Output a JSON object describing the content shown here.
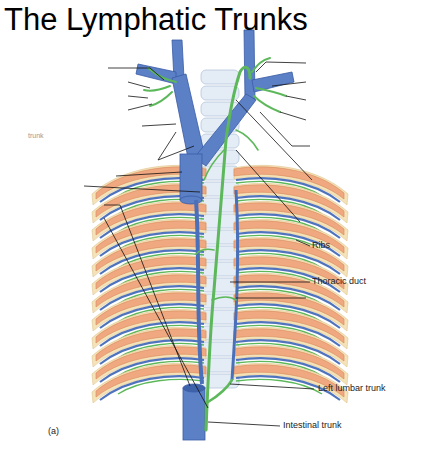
{
  "diagram": {
    "title": "The Lymphatic Trunks",
    "labels": [
      "trunk",
      "Ribs",
      "Thoracic duct",
      "Left lumbar trunk",
      "Intestinal trunk",
      "(a)"
    ]
  }
}
